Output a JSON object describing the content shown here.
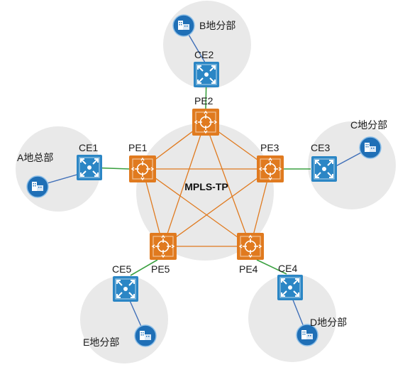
{
  "core": {
    "label": "MPLS-TP"
  },
  "pe_routers": [
    {
      "id": "pe1",
      "label": "PE1"
    },
    {
      "id": "pe2",
      "label": "PE2"
    },
    {
      "id": "pe3",
      "label": "PE3"
    },
    {
      "id": "pe4",
      "label": "PE4"
    },
    {
      "id": "pe5",
      "label": "PE5"
    }
  ],
  "ce_routers": [
    {
      "id": "ce1",
      "label": "CE1"
    },
    {
      "id": "ce2",
      "label": "CE2"
    },
    {
      "id": "ce3",
      "label": "CE3"
    },
    {
      "id": "ce4",
      "label": "CE4"
    },
    {
      "id": "ce5",
      "label": "CE5"
    }
  ],
  "sites": [
    {
      "id": "site-a",
      "label": "A地总部"
    },
    {
      "id": "site-b",
      "label": "B地分部"
    },
    {
      "id": "site-c",
      "label": "C地分部"
    },
    {
      "id": "site-d",
      "label": "D地分部"
    },
    {
      "id": "site-e",
      "label": "E地分部"
    }
  ],
  "colors": {
    "pe": "#e07a1f",
    "ce": "#2b86c5",
    "site_icon": "#1f6fb6",
    "ce_pe_link": "#3aa040",
    "site_ce_link": "#3f6fb8",
    "mesh_link": "#e07a1f",
    "bubble": "#e9e9e9"
  },
  "icons": {
    "pe": "router-icon",
    "ce": "switch-icon",
    "site": "building-icon"
  }
}
